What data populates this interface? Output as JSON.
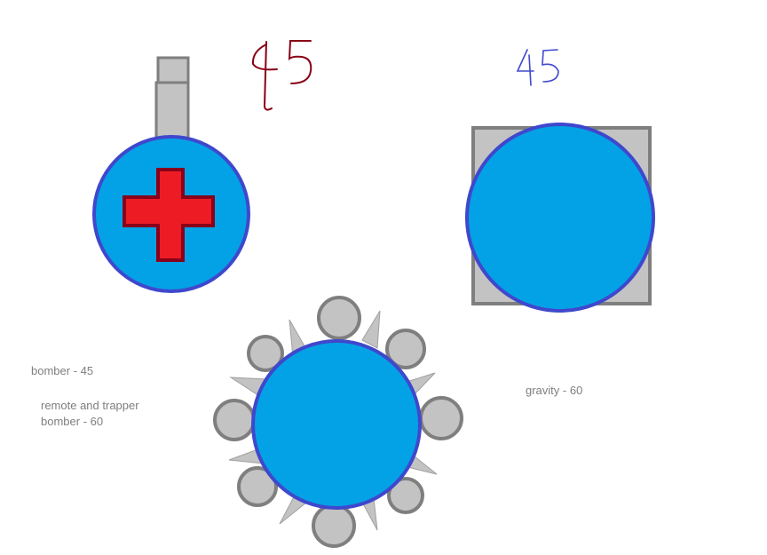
{
  "numbers": {
    "left": "45",
    "right": "45"
  },
  "labels": {
    "bomber": "bomber - 45",
    "remote_line1": "remote and trapper",
    "remote_line2": "bomber - 60",
    "gravity": "gravity - 60"
  },
  "icons": {
    "cross": "medical-cross-icon",
    "tank_left": "bomber-tank-icon",
    "tank_right": "gravity-tank-icon",
    "tank_bottom": "remote-trapper-tank-icon"
  },
  "colors": {
    "body_fill": "#03a2e6",
    "body_stroke": "#3f48cc",
    "barrel_fill": "#c3c3c3",
    "barrel_stroke": "#7f7f7f",
    "cross_fill": "#ed1c24",
    "cross_stroke": "#88001b",
    "number_left": "#880015",
    "number_right": "#3f48cc",
    "text": "#7f7f7f"
  }
}
